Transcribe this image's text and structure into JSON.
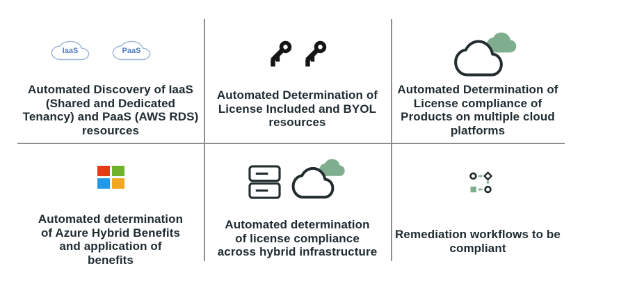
{
  "colors": {
    "text": "#1f2b31",
    "divider": "#8d8d8d",
    "sage_green": "#7fae8e",
    "icon_dark": "#232d2f",
    "key_black": "#151515",
    "cloud_blue_stroke": "#9fb7d7",
    "cloud_blue_text": "#4d7ec4",
    "ms_red": "#e73a19",
    "ms_green": "#6fb32b",
    "ms_blue": "#2299e8",
    "ms_yellow": "#f1a81f"
  },
  "cells": [
    {
      "id": "discovery-iaas-paas",
      "icon": "iaas-paas-clouds",
      "iaas_label": "IaaS",
      "paas_label": "PaaS",
      "caption_lines": [
        "Automated Discovery of IaaS",
        "(Shared and Dedicated",
        "Tenancy) and PaaS (AWS RDS)",
        "resources"
      ]
    },
    {
      "id": "license-included-byol",
      "icon": "two-keys",
      "caption_lines": [
        "Automated Determination of",
        "License Included and BYOL",
        "resources"
      ]
    },
    {
      "id": "multi-cloud-compliance",
      "icon": "overlapping-clouds",
      "caption_lines": [
        "Automated Determination of",
        "License compliance of",
        "Products on multiple cloud",
        "platforms"
      ]
    },
    {
      "id": "azure-hybrid-benefits",
      "icon": "microsoft-logo",
      "caption_lines": [
        "Automated determination",
        "of Azure Hybrid Benefits",
        "and application of",
        "benefits"
      ]
    },
    {
      "id": "hybrid-infrastructure",
      "icon": "server-and-cloud",
      "caption_lines": [
        "Automated determination",
        "of license compliance",
        "across hybrid infrastructure"
      ]
    },
    {
      "id": "remediation-workflows",
      "icon": "workflow-diagram",
      "caption_lines": [
        "Remediation workflows to be",
        "compliant"
      ]
    }
  ]
}
